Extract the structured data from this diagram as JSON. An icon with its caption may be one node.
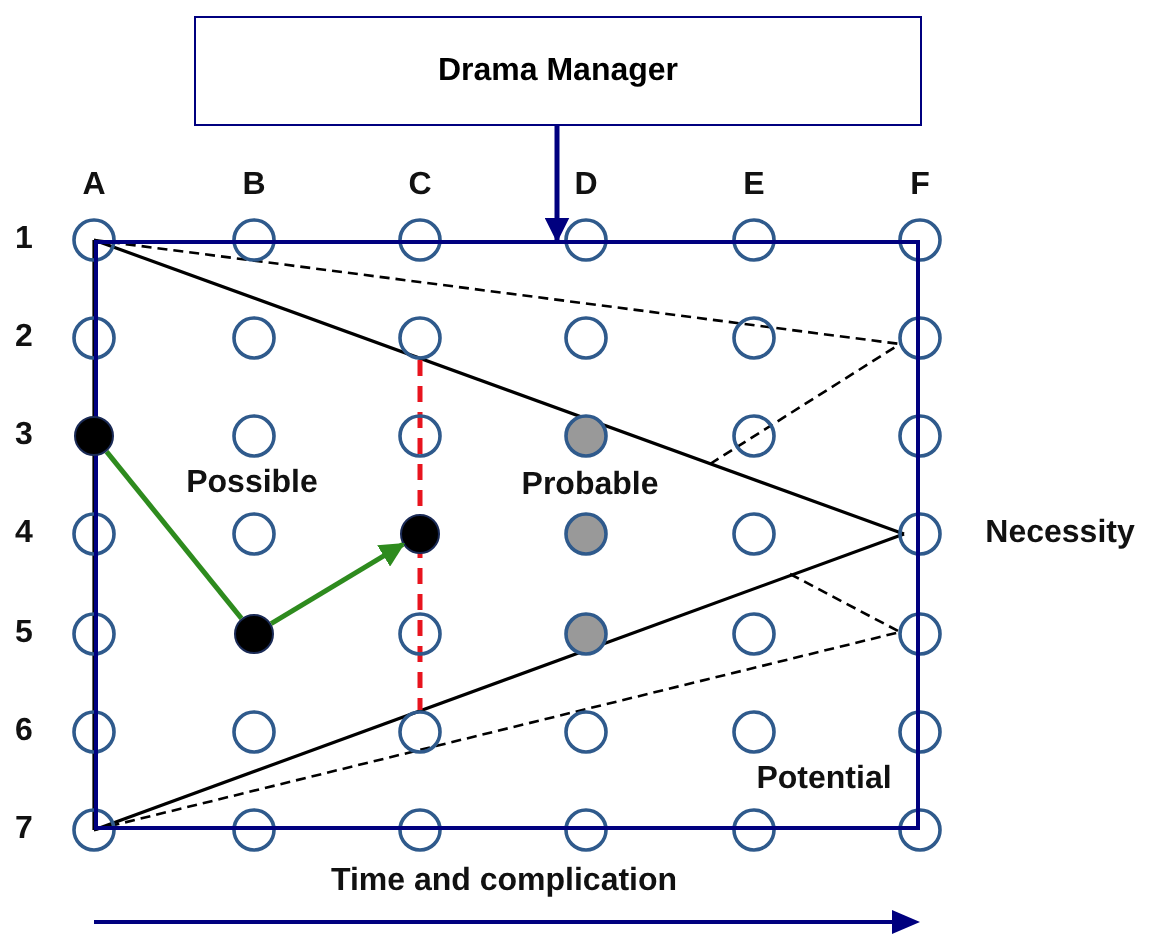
{
  "diagram": {
    "nodes": [
      {
        "text": [
          "Drama Manager"
        ]
      },
      {
        "text": [],
        "shape": "box"
      },
      {
        "text": [],
        "shape": "circle"
      },
      {
        "text": [],
        "shape": "circle",
        "in": 1
      },
      {
        "text": [],
        "shape": "circle",
        "in": 1
      }
    ],
    "edges": [
      {
        "from": 0,
        "to": 1,
        "arrow": "to",
        "color": "#00007f"
      },
      {
        "from": 2,
        "to": 3,
        "arrow": "none",
        "color": "#2e8b1e"
      },
      {
        "from": 3,
        "to": 4,
        "arrow": "to",
        "color": "#2e8b1e"
      }
    ],
    "labels": [
      "A",
      "B",
      "C",
      "D",
      "E",
      "F",
      "1",
      "2",
      "3",
      "4",
      "5",
      "6",
      "7",
      "Possible",
      "Probable",
      "Necessity",
      "Potential",
      "Time and complication"
    ]
  }
}
